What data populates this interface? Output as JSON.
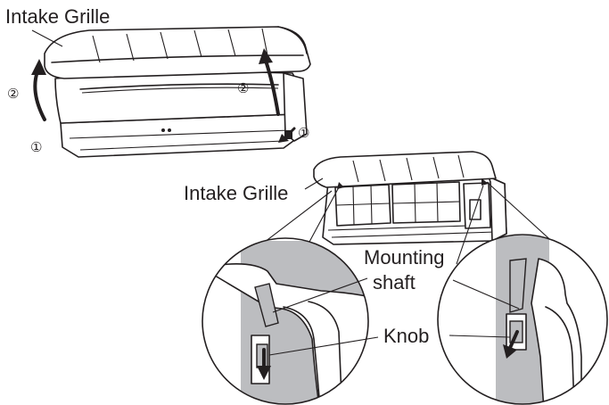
{
  "labels": {
    "intake_grille_top": "Intake Grille",
    "intake_grille_middle": "Intake Grille",
    "mounting_shaft_line1": "Mounting",
    "mounting_shaft_line2": "shaft",
    "knob": "Knob"
  },
  "step_markers": {
    "step1": "①",
    "step2": "②"
  },
  "colors": {
    "line": "#231f20",
    "shade": "#bcbdc0",
    "background": "#ffffff"
  }
}
